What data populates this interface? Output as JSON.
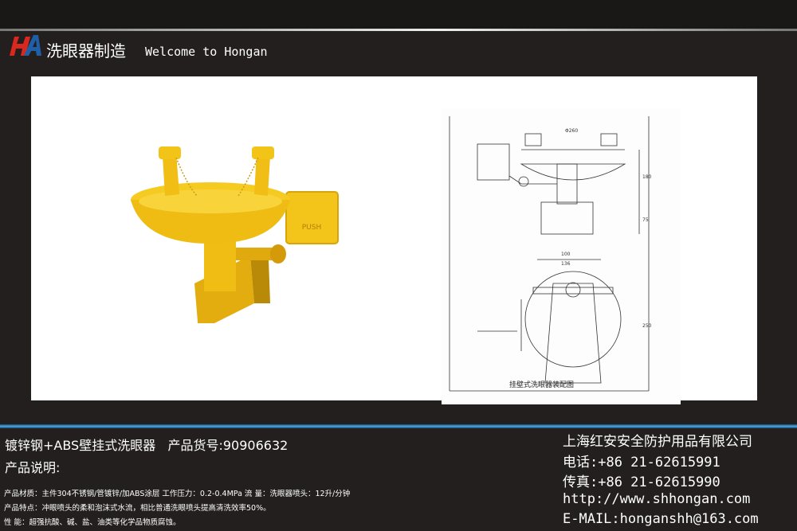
{
  "header": {
    "title_cn": "洗眼器制造",
    "title_en": "Welcome to Hongan"
  },
  "image_panel": {
    "photo_push_label": "PUSH",
    "drawing_caption": "挂壁式洗眼器装配图",
    "drawing_dims": [
      "Φ260",
      "180",
      "75",
      "100",
      "136",
      "250"
    ]
  },
  "product": {
    "name": "镀锌钢+ABS壁挂式洗眼器",
    "code_label": "产品货号:90906632",
    "desc_title": "产品说明:",
    "spec_lines": [
      "产品材质：主件304不锈钢/管镀锌/加ABS涂层    工作压力：0.2-0.4MPa      流      量：洗眼器喷头：12升/分钟",
      "产品特点：冲眼喷头的柔和泡沫式水流，相比普通洗眼喷头提高清洗效率50%。",
      "性      能：超强抗酸、碱、盐、油类等化学品物质腐蚀。"
    ]
  },
  "contact": {
    "company": "上海红安安全防护用品有限公司",
    "phone": "电话:+86 21-62615991",
    "fax": "传真:+86 21-62615990",
    "website": "http://www.shhongan.com",
    "email": "E-MAIL:honganshh@163.com"
  },
  "colors": {
    "background": "#221f1e",
    "logo_red": "#d9281e",
    "logo_blue": "#1f5fa8",
    "accent_line": "#58a9d8",
    "product_yellow": "#f2c418"
  }
}
